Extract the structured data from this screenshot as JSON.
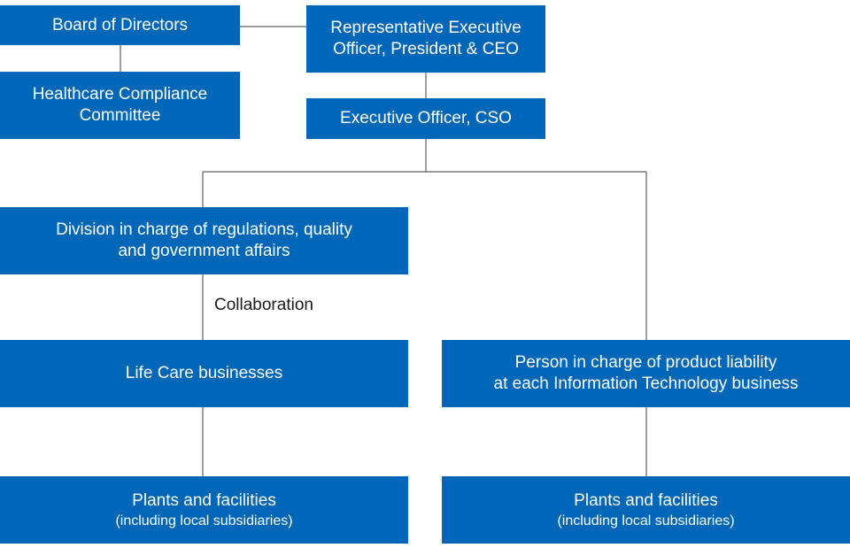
{
  "colors": {
    "box_fill": "#0067b8",
    "box_text": "#ffffff",
    "connector": "#5f5f5f",
    "label_text": "#1a1a1a"
  },
  "nodes": {
    "board": {
      "title": "Board of Directors"
    },
    "ceo": {
      "title": "Representative Executive\nOfficer, President & CEO"
    },
    "compliance": {
      "title": "Healthcare Compliance\nCommittee"
    },
    "cso": {
      "title": "Executive Officer, CSO"
    },
    "division": {
      "title": "Division in charge of regulations, quality\nand government affairs"
    },
    "life_care": {
      "title": "Life Care businesses"
    },
    "pl_person": {
      "title": "Person in charge of product liability\nat each Information Technology business"
    },
    "plants_left": {
      "title": "Plants and facilities",
      "subtitle": "(including local subsidiaries)"
    },
    "plants_right": {
      "title": "Plants and facilities",
      "subtitle": "(including local subsidiaries)"
    }
  },
  "labels": {
    "collaboration": "Collaboration"
  }
}
